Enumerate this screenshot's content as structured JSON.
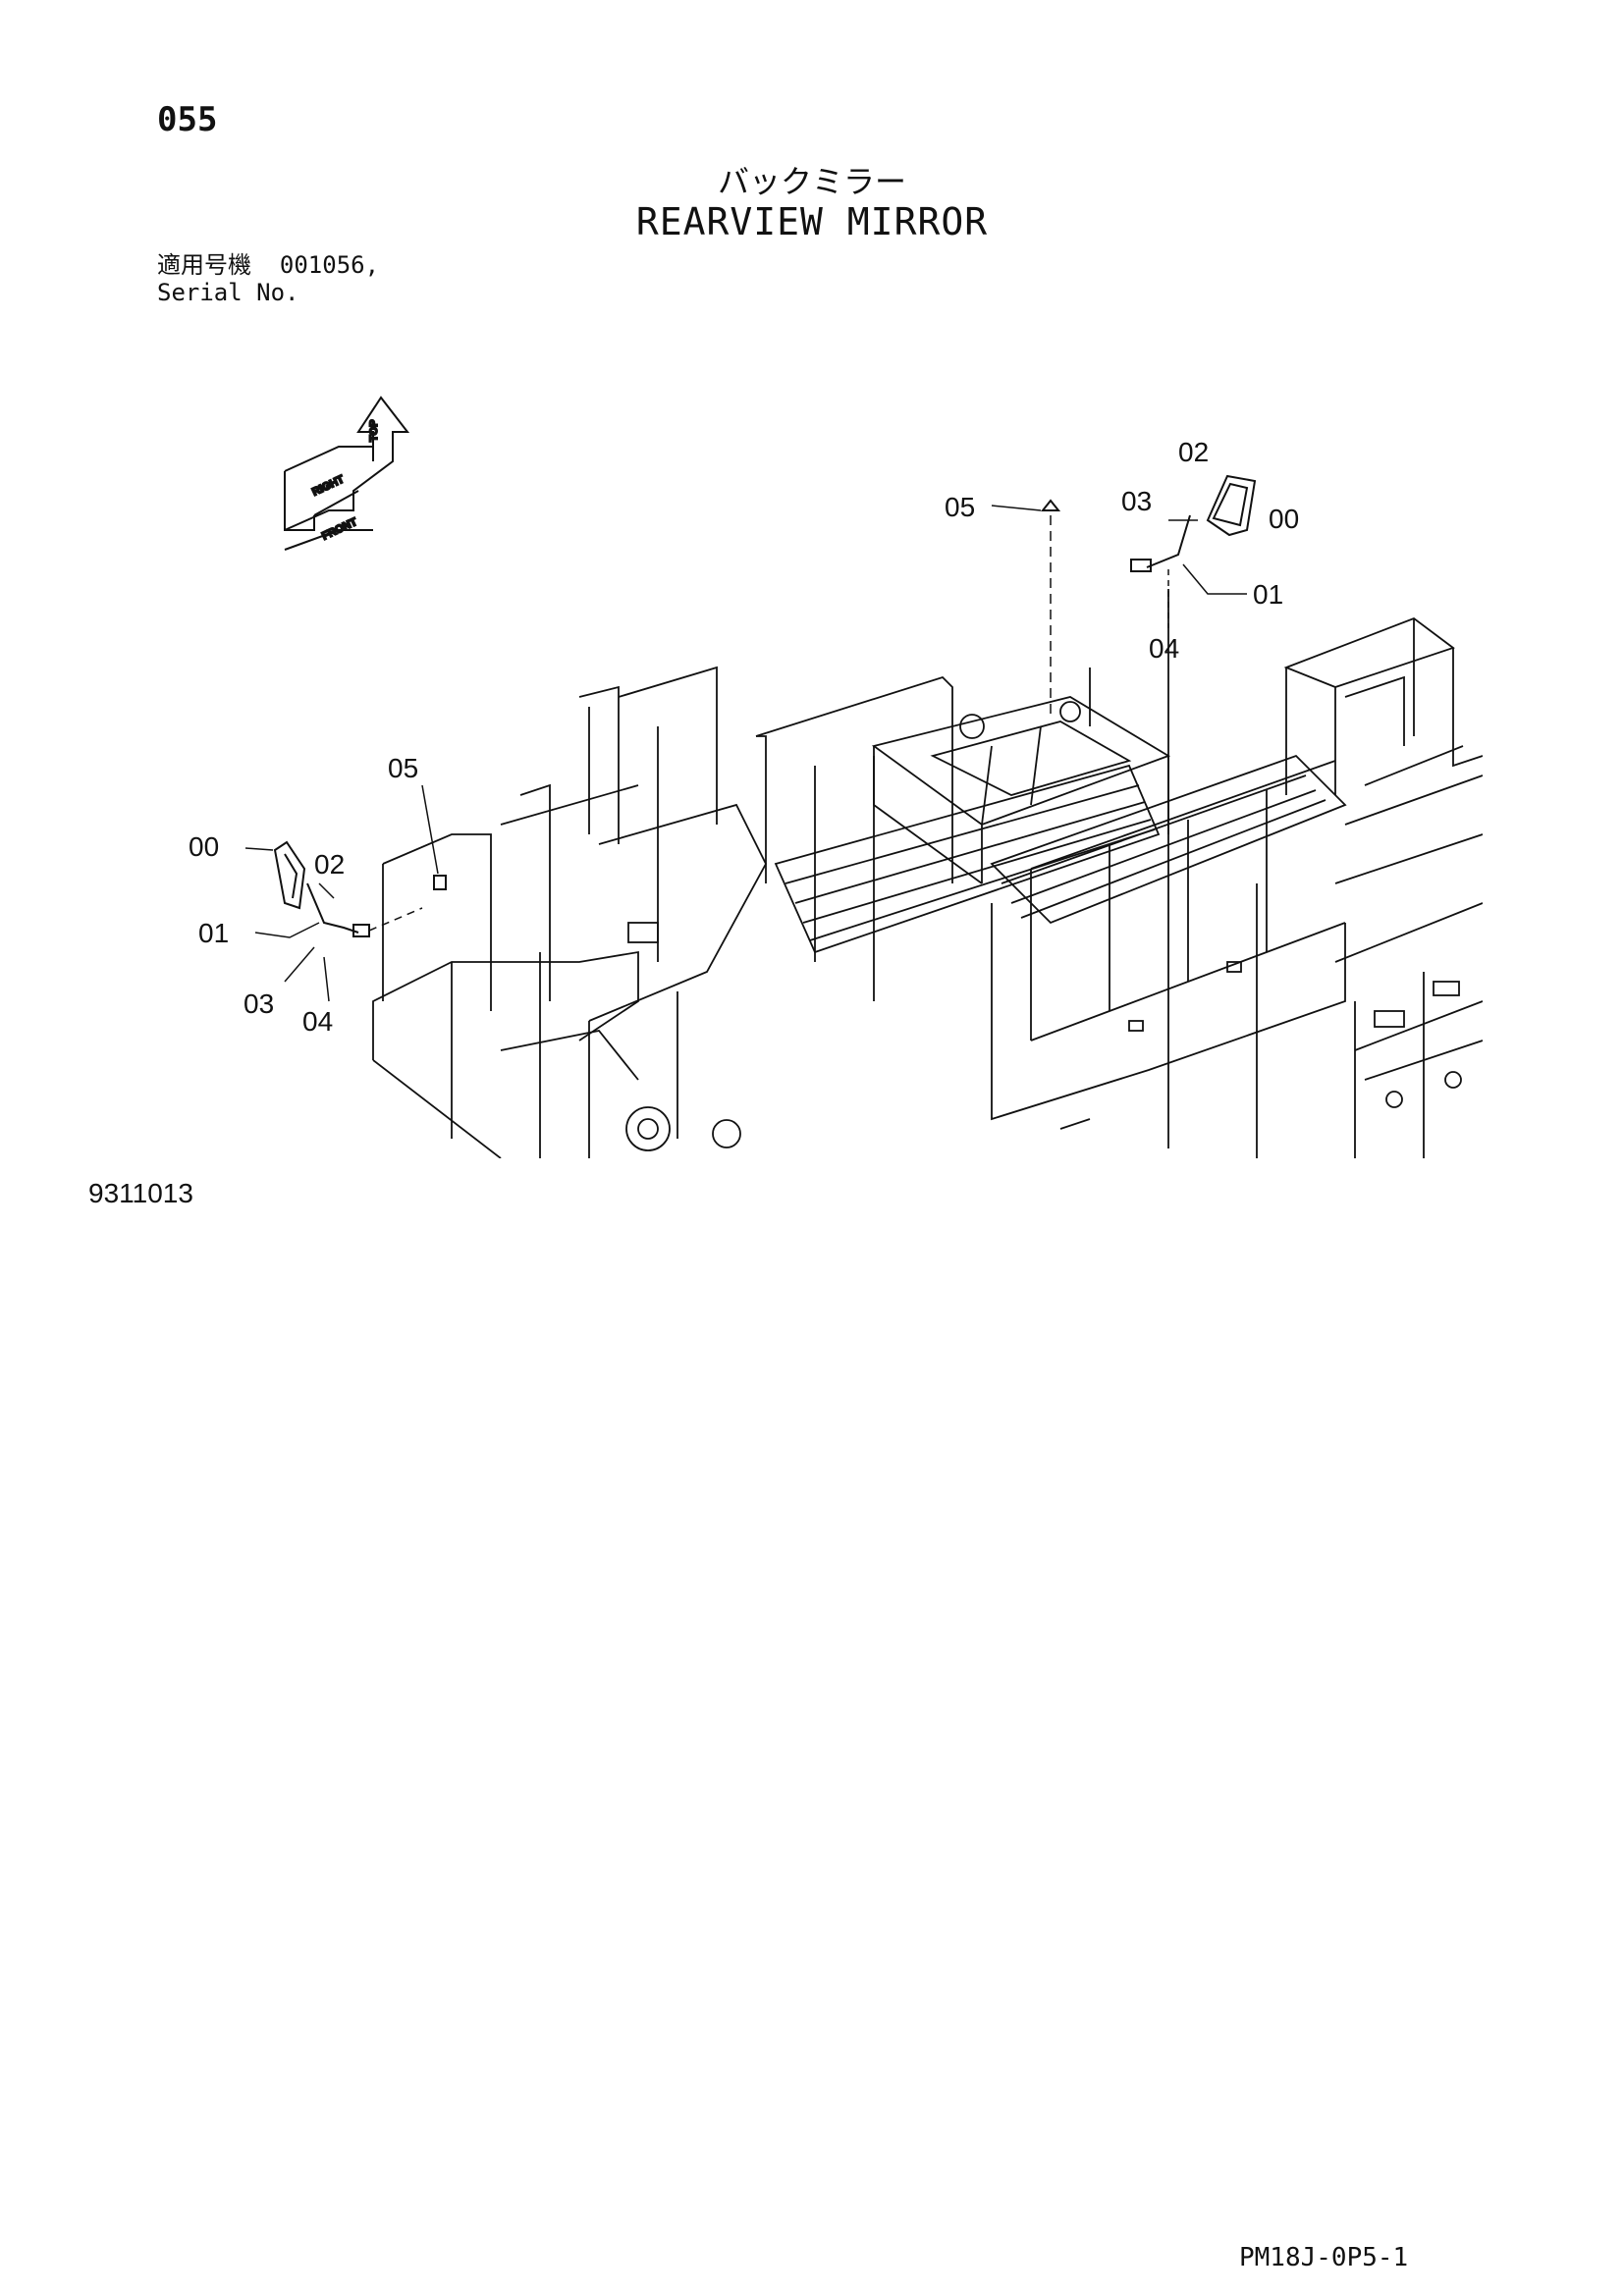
{
  "page": {
    "number": "055",
    "title_jp": "バックミラー",
    "title_en": "REARVIEW MIRROR"
  },
  "serial": {
    "label_jp": "適用号機",
    "value": "001056,",
    "label_en": "Serial No."
  },
  "orientation": {
    "top": "TOP",
    "right": "RIGHT",
    "front": "FRONT"
  },
  "callouts": {
    "right_mirror": {
      "c00": "00",
      "c01": "01",
      "c02": "02",
      "c03": "03",
      "c04": "04",
      "c05": "05"
    },
    "left_mirror": {
      "c00": "00",
      "c01": "01",
      "c02": "02",
      "c03": "03",
      "c04": "04",
      "c05": "05"
    }
  },
  "figure_code": "9311013",
  "footer_code": "PM18J-0P5-1"
}
